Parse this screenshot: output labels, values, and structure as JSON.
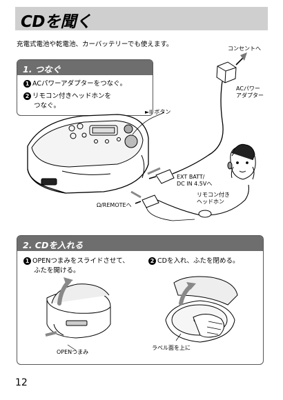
{
  "page": {
    "title": "CDを聞く",
    "intro": "充電式電池や乾電池、カーバッテリーでも使えます。",
    "page_number": "12"
  },
  "section1": {
    "heading": "1. つなぐ",
    "steps": [
      {
        "num": "1",
        "lines": [
          "ACパワーアダプターをつなぐ。"
        ]
      },
      {
        "num": "2",
        "lines": [
          "リモコン付きヘッドホンを",
          "つなぐ。"
        ]
      }
    ]
  },
  "section2": {
    "heading": "2. CDを入れる",
    "steps": [
      {
        "num": "1",
        "lines": [
          "OPENつまみをスライドさせて、",
          "ふたを開ける。"
        ]
      },
      {
        "num": "2",
        "lines": [
          "CDを入れ、ふたを閉める。"
        ]
      }
    ]
  },
  "labels": {
    "outlet": "コンセントへ",
    "ac_adapter": [
      "ACパワー",
      "アダプター"
    ],
    "play_button": "►II ボタン",
    "ext_batt": [
      "EXT BATT/",
      "DC IN 4.5Vへ"
    ],
    "remote_headphone": [
      "リモコン付き",
      "ヘッドホン"
    ],
    "remote_jack": "Ω/REMOTEへ",
    "open_knob": "OPENつまみ",
    "label_up": "ラベル面を上に"
  }
}
